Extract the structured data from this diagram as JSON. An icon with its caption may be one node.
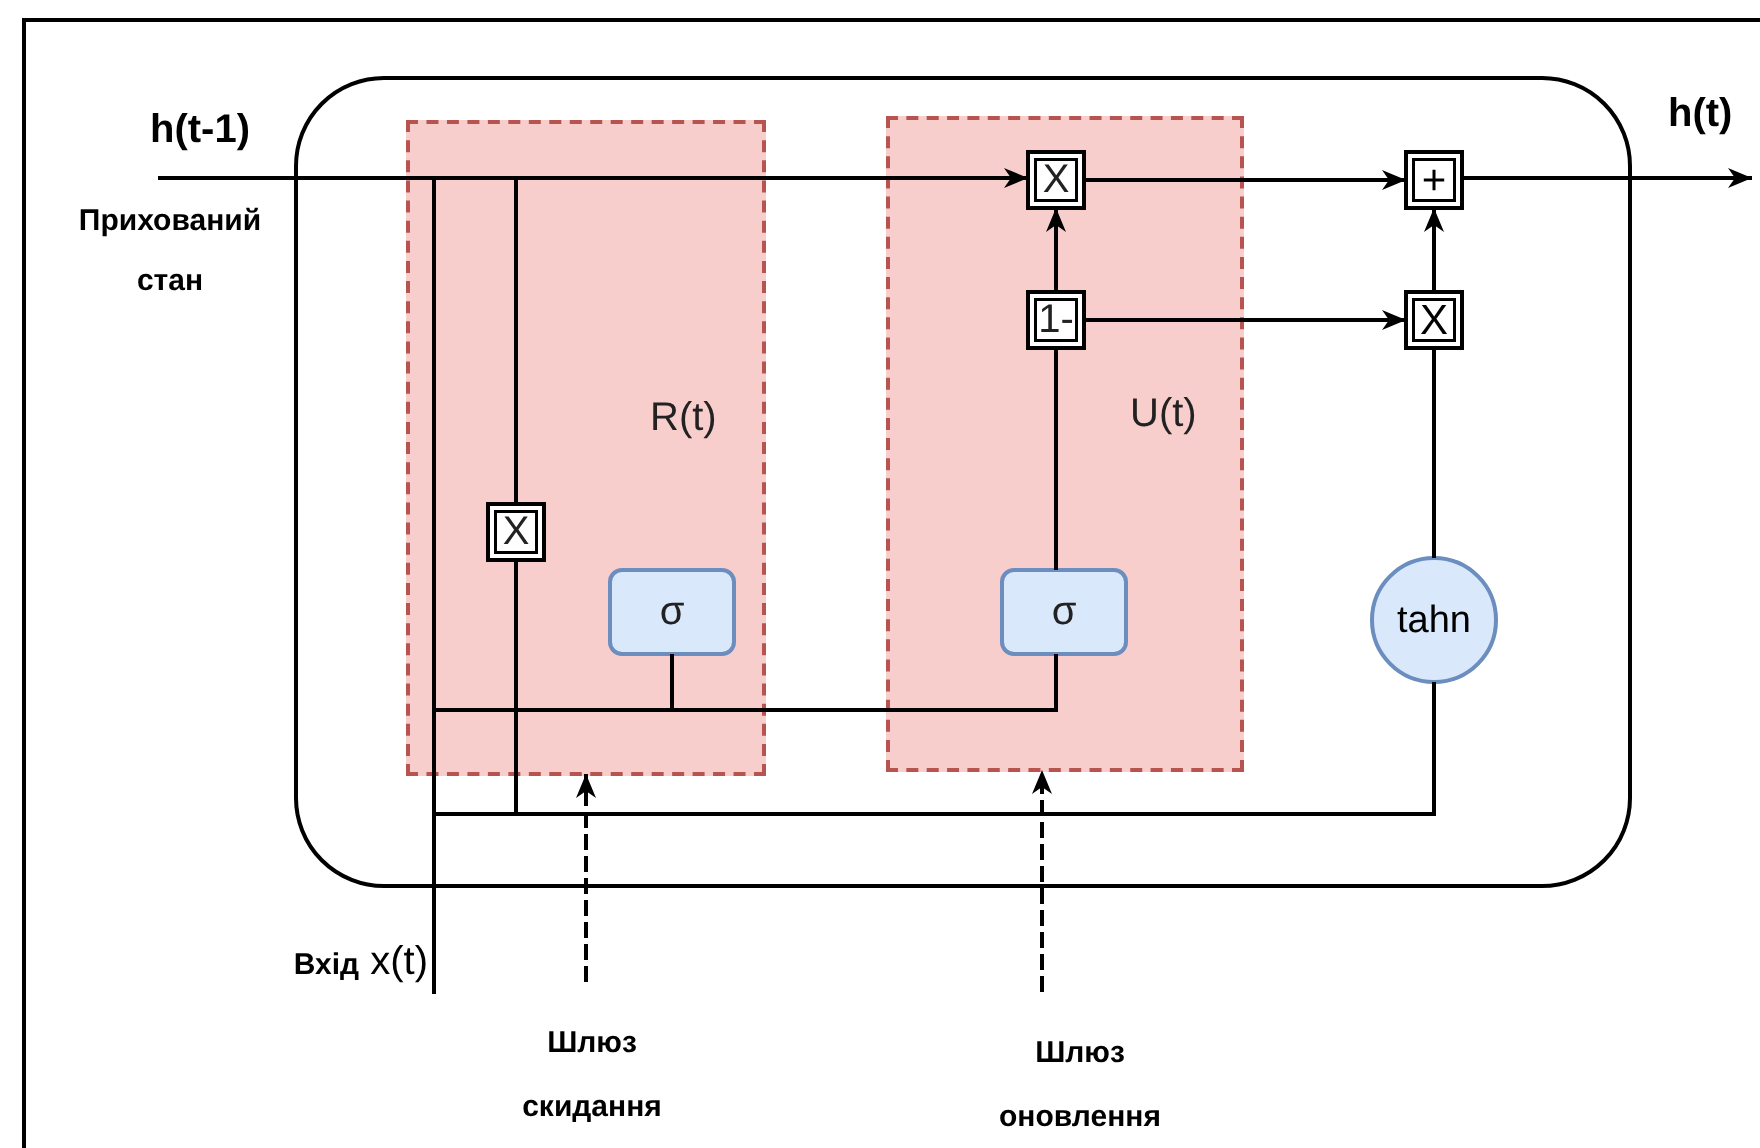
{
  "diagram": {
    "nodes": [
      {
        "text": [],
        "shape": "box"
      },
      {
        "text": [
          "R(t)"
        ],
        "in": 0
      },
      {
        "text": [
          "U(t)"
        ],
        "in": 0
      },
      {
        "text": [
          "X"
        ],
        "in": 1
      },
      {
        "text": [
          "σ"
        ],
        "in": 1
      },
      {
        "text": [
          "X"
        ],
        "in": 2
      },
      {
        "text": [
          "1-"
        ],
        "in": 2
      },
      {
        "text": [
          "σ"
        ],
        "in": 2
      },
      {
        "text": [
          "+"
        ],
        "in": 0
      },
      {
        "text": [
          "X"
        ],
        "in": 0
      },
      {
        "text": [
          "tahn"
        ],
        "in": 0
      },
      {
        "text": [
          "**Вхід** x(t)"
        ]
      },
      {
        "text": [
          "Шлюз скидання"
        ]
      },
      {
        "text": [
          "Шлюз оновлення"
        ]
      }
    ],
    "edges": [
      {
        "from": null,
        "to": 5,
        "arrow": "to"
      },
      {
        "from": 5,
        "to": 8,
        "arrow": "to"
      },
      {
        "from": 6,
        "to": 5,
        "arrow": "to"
      },
      {
        "from": 6,
        "to": 9,
        "arrow": "to"
      },
      {
        "from": 9,
        "to": 8,
        "arrow": "to"
      },
      {
        "from": 8,
        "to": null,
        "arrow": "to"
      },
      {
        "from": 7,
        "to": 6,
        "arrow": "none"
      },
      {
        "from": 10,
        "to": 9,
        "arrow": "none"
      },
      {
        "from": 11,
        "to": 4,
        "arrow": "none"
      },
      {
        "from": 11,
        "to": 7,
        "arrow": "none"
      },
      {
        "from": 11,
        "to": 10,
        "arrow": "none"
      },
      {
        "from": 3,
        "to": 10,
        "arrow": "none"
      },
      {
        "from": null,
        "to": 3,
        "arrow": "none"
      },
      {
        "from": null,
        "to": 4,
        "arrow": "none"
      },
      {
        "from": 12,
        "to": 1,
        "arrow": "to",
        "style": "dashed"
      },
      {
        "from": 13,
        "to": 2,
        "arrow": "to",
        "style": "dashed"
      }
    ],
    "labels": [
      "h(t-1)",
      "Прихований стан",
      "h(t)"
    ]
  }
}
